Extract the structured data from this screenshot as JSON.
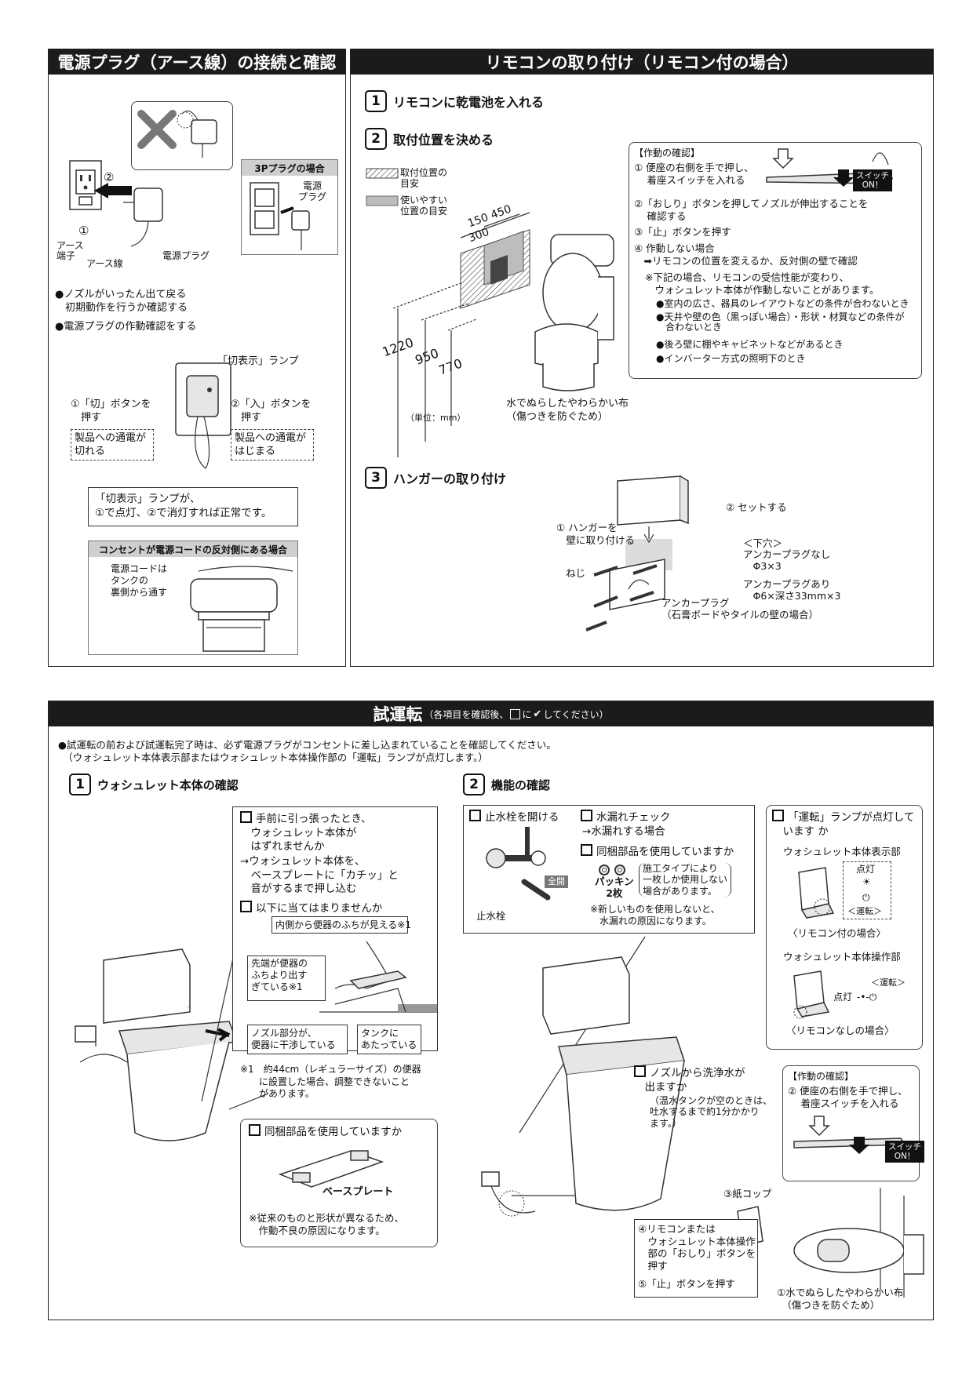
{
  "power": {
    "header": "電源プラグ（アース線）の接続と確認",
    "label_circle2": "②",
    "label_circle1": "①",
    "label_earth_terminal": "アース\n端子",
    "label_earth_wire": "アース線",
    "label_plug": "電源プラグ",
    "box3p_title": "3Pプラグの場合",
    "box3p_plug": "電源\nプラグ",
    "bullet1": "●ノズルがいったん出て戻る\n　初期動作を行うか確認する",
    "bullet2": "●電源プラグの作動確認をする",
    "lamp_label": "「切表示」ランプ",
    "off_button": "①「切」ボタンを\n　押す",
    "on_button": "②「入」ボタンを\n　押す",
    "off_result": "製品への通電が\n切れる",
    "on_result": "製品への通電が\nはじまる",
    "normal_note": "「切表示」ランプが、\n①で点灯、②で消灯すれば正常です。",
    "outlet_box_title": "コンセントが電源コードの反対側にある場合",
    "outlet_box_text": "電源コードは\nタンクの\n裏側から通す"
  },
  "remote": {
    "header": "リモコンの取り付け（リモコン付の場合）",
    "step1_num": "1",
    "step1": "リモコンに乾電池を入れる",
    "step2_num": "2",
    "step2": "取付位置を決める",
    "legend_hatch": "取付位置の\n目安",
    "legend_gray": "使いやすい\n位置の目安",
    "dim_150_450": "150 450",
    "dim_300": "300",
    "dim_1220": "1220",
    "dim_950": "950",
    "dim_770": "770",
    "unit": "（単位：mm）",
    "cloth": "水でぬらしたやわらかい布\n（傷つきを防ぐため）",
    "check_title": "【作動の確認】",
    "check1": "① 便座の右側を手で押し、\n　 着座スイッチを入れる",
    "check2": "②「おしり」ボタンを押してノズルが伸出することを\n　 確認する",
    "check3": "③「止」ボタンを押す",
    "check4": "④ 作動しない場合\n　➡リモコンの位置を変えるか、反対側の壁で確認",
    "check_note": "※下記の場合、リモコンの受信性能が変わり、\n　ウォシュレット本体が作動しないことがあります。",
    "check_list": [
      "●室内の広さ、器具のレイアウトなどの条件が合わないとき",
      "●天井や壁の色（黒っぽい場合）・形状・材質などの条件が\n　合わないとき",
      "●後ろ壁に棚やキャビネットなどがあるとき",
      "●インバーター方式の照明下のとき"
    ],
    "switch_on": "スイッチ\nON！",
    "step3_num": "3",
    "step3": "ハンガーの取り付け",
    "hanger1": "① ハンガーを\n　壁に取り付ける",
    "hanger2": "② セットする",
    "screw": "ねじ",
    "lower_hole": "＜下穴＞",
    "anchor_none": "アンカープラグなし\n　Φ3×3",
    "anchor_yes": "アンカープラグあり\n　Φ6×深さ33mm×3",
    "anchor_plug": "アンカープラグ\n（石膏ボードやタイルの壁の場合）"
  },
  "trial": {
    "header": "試運転",
    "header_note_pre": "（各項目を確認後、",
    "header_note_mid": "に",
    "header_note_check": "✔",
    "header_note_post": "してください）",
    "intro": "●試運転の前および試運転完了時は、必ず電源プラグがコンセントに差し込まれていることを確認してください。\n　（ウォシュレット本体表示部またはウォシュレット本体操作部の「運転」ランプが点灯します。）",
    "step1_num": "1",
    "step1": "ウォシュレット本体の確認",
    "pull_check": "手前に引っ張ったとき、\n　ウォシュレット本体が\n　はずれませんか",
    "pull_fix": "→ウォシュレット本体を、\n　ベースプレートに「カチッ」と\n　音がするまで押し込む",
    "not_touch": "以下に当てはまりませんか",
    "inner_visible": "内側から便器のふちが見える※1",
    "tip_out": "先端が便器の\nふちより出す\nぎている※1",
    "nozzle_hit": "ノズル部分が、\n便器に干渉している",
    "tank_hit": "タンクに\nあたっている",
    "note1": "※1　約44cm（レギュラーサイズ）の便器\n　　に設置した場合、調整できないこと\n　　があります。",
    "parts_used": "同梱部品を使用していますか",
    "base_plate": "ベースプレート",
    "parts_note": "※従来のものと形状が異なるため、\n　作動不良の原因になります。",
    "step2_num": "2",
    "step2": "機能の確認",
    "open_valve": "止水栓を開ける",
    "full_open": "全開",
    "valve": "止水栓",
    "leak_check": "水漏れチェック",
    "leak_fix": "→水漏れする場合",
    "parts_used2": "同梱部品を使用していますか",
    "packing": "パッキン\n2枚",
    "packing_note": "施工タイプにより\n一枚しか使用しない\n場合があります。",
    "packing_warn": "※新しいものを使用しないと、\n　水漏れの原因になります。",
    "lamp_on": "「運転」ランプが点灯して\n　います か",
    "display_part": "ウォシュレット本体表示部",
    "lit": "点灯",
    "run": "＜運転＞",
    "with_remote": "〈リモコン付の場合〉",
    "operation_part": "ウォシュレット本体操作部",
    "run2": "＜運転＞",
    "lit2": "点灯",
    "without_remote": "〈リモコンなしの場合〉",
    "water_out": "ノズルから洗浄水が\n　出ますか",
    "water_note": "（温水タンクが空のときは、\n吐水するまで約1分かかり\nます。）",
    "check_title": "【作動の確認】",
    "check2": "② 便座の右側を手で押し、\n　 着座スイッチを入れる",
    "switch_on": "スイッチ\nON！",
    "paper_cup": "③紙コップ",
    "press_btn": "④リモコンまたは\n　ウォシュレット本体操作\n　部の「おしり」ボタンを\n　押す",
    "stop_btn": "⑤「止」ボタンを押す",
    "cloth": "①水でぬらしたやわらかい布\n　（傷つきを防ぐため）"
  }
}
